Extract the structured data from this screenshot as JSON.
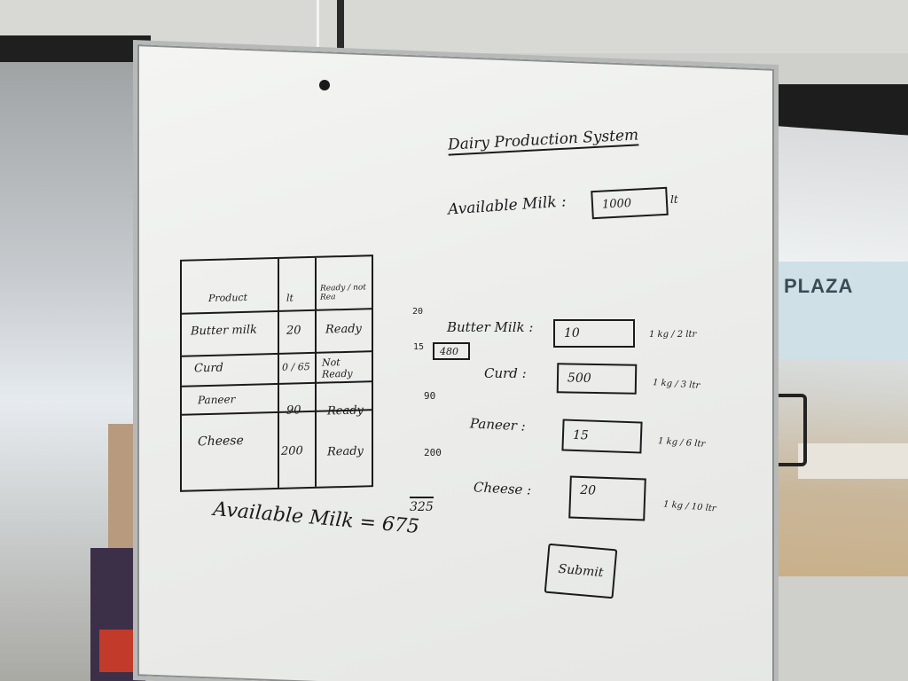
{
  "whiteboard": {
    "title": "Dairy Production System",
    "available_milk_label": "Available Milk :",
    "available_milk_value": "1000",
    "available_milk_unit": "lt",
    "table": {
      "headers": [
        "Product",
        "lt",
        "Ready / not Rea"
      ],
      "rows": [
        {
          "product": "Butter milk",
          "lt": "20",
          "status": "Ready"
        },
        {
          "product": "Curd",
          "lt": "0 / 65",
          "status": "Not Ready"
        },
        {
          "product": "Paneer",
          "lt": "90",
          "status": "Ready"
        },
        {
          "product": "Cheese",
          "lt": "200",
          "status": "Ready"
        }
      ]
    },
    "side_notes": {
      "n20": "20",
      "n15": "15",
      "n_box": "480",
      "n90": "90",
      "n200": "200",
      "total": "325"
    },
    "result": "Available Milk = 675",
    "form": {
      "fields": [
        {
          "label": "Butter Milk :",
          "value": "10",
          "ratio": "1 kg / 2 ltr"
        },
        {
          "label": "Curd :",
          "value": "500",
          "ratio": "1 kg / 3 ltr"
        },
        {
          "label": "Paneer :",
          "value": "15",
          "ratio": "1 kg / 6 ltr"
        },
        {
          "label": "Cheese :",
          "value": "20",
          "ratio": "1 kg / 10 ltr"
        }
      ],
      "submit_label": "Submit"
    }
  },
  "background": {
    "plaza_sign": "N PLAZA"
  }
}
